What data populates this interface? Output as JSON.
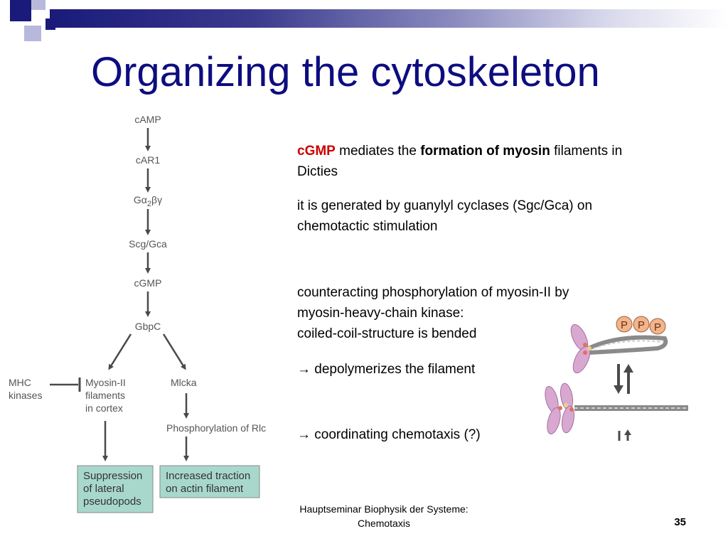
{
  "title": "Organizing the cytoskeleton",
  "figure": {
    "nodes": {
      "camp": "cAMP",
      "car1": "cAR1",
      "galpha": "Gα",
      "gsub": "2",
      "gbeta": "βγ",
      "scg": "Scg/Gca",
      "cgmp": "cGMP",
      "gbpc": "GbpC",
      "mhc1": "MHC",
      "mhc2": "kinases",
      "myo1": "Myosin-II",
      "myo2": "filaments",
      "myo3": "in cortex",
      "mlcka": "Mlcka",
      "phos": "Phosphorylation of Rlc",
      "supp1": "Suppression",
      "supp2": "of lateral",
      "supp3": "pseudopods",
      "incr1": "Increased traction",
      "incr2": "on actin filament"
    },
    "colors": {
      "box_fill": "#a8d8cc",
      "arrow": "#4a4a4a"
    }
  },
  "text": {
    "p1_red": "cGMP",
    "p1_a": " mediates the ",
    "p1_bold": "formation of myosin",
    "p1_b": " filaments in Dicties",
    "p2": "it is generated by guanylyl cyclases (Sgc/Gca) on chemotactic stimulation",
    "p3_l1": "counteracting phosphorylation of myosin-II by",
    "p3_l2": "myosin-heavy-chain kinase:",
    "p3_l3": "coiled-coil-structure is bended",
    "p4": " depolymerizes the filament",
    "p5": " coordinating chemotaxis (?)",
    "arrow_glyph": "→"
  },
  "molecule": {
    "p1": "P",
    "p2": "P",
    "p3": "P"
  },
  "footer": {
    "line1": "Hauptseminar Biophysik der Systeme:",
    "line2": "Chemotaxis"
  },
  "page_number": "35",
  "colors": {
    "title": "#0d0d80",
    "highlight": "#cc0000",
    "phospho": "#f2b48a",
    "myosin_head": "#d9a8d0"
  }
}
